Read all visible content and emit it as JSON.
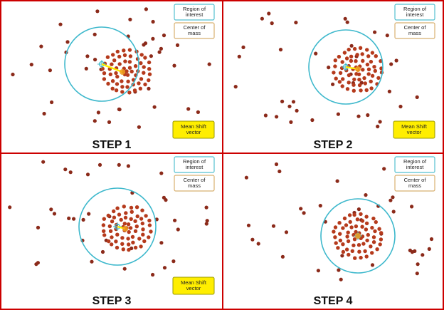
{
  "colors": {
    "border": "#cc0000",
    "dot": "#8b2a1a",
    "dot_dense": "#b53a1c",
    "circle": "#3db8cc",
    "center_mass": "#f0a020",
    "roi_box_border": "#55c0d0",
    "com_box_border": "#d8b070",
    "msv_box_fill": "#ffee00"
  },
  "legend": {
    "region_of_interest": [
      "Region of",
      "interest"
    ],
    "center_of_mass": [
      "Center of",
      "mass"
    ],
    "mean_shift_vector": [
      "Mean Shift",
      "vector"
    ]
  },
  "panels": [
    {
      "label": "STEP 1",
      "has_msv_box": true,
      "has_vector": true
    },
    {
      "label": "STEP 2",
      "has_msv_box": true,
      "has_vector": true
    },
    {
      "label": "STEP 3",
      "has_msv_box": true,
      "has_vector": true
    },
    {
      "label": "STEP 4",
      "has_msv_box": false,
      "has_vector": false
    }
  ]
}
